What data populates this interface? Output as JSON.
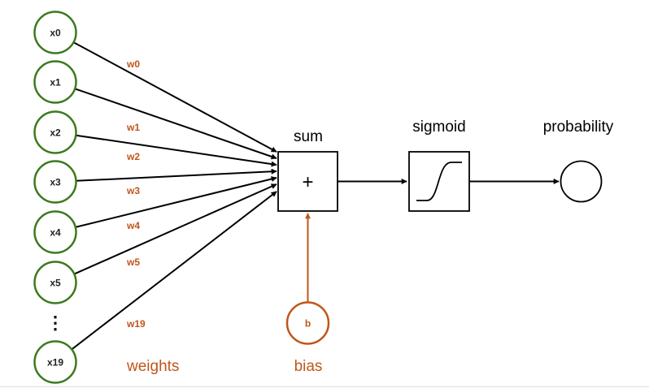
{
  "colors": {
    "input": "#3c7a1e",
    "weight": "#c0561a",
    "ink": "#000000"
  },
  "inputs": [
    "x0",
    "x1",
    "x2",
    "x3",
    "x4",
    "x5",
    "x19"
  ],
  "ellipsis": "⋮",
  "weights": [
    "w0",
    "w1",
    "w2",
    "w3",
    "w4",
    "w5",
    "w19"
  ],
  "weights_caption": "weights",
  "sum": {
    "label": "sum",
    "symbol": "+"
  },
  "bias": {
    "symbol": "b",
    "caption": "bias"
  },
  "sigmoid": {
    "label": "sigmoid",
    "icon": "sigmoid-curve-icon"
  },
  "output": {
    "label": "probability"
  }
}
